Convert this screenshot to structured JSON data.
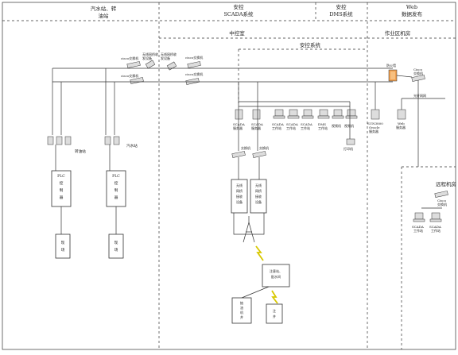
{
  "header": {
    "col1": "汽水站、转\n油站",
    "col2": "安控\nSCADA系统",
    "col3": "安控\nDMS系统",
    "col4": "Web\n数据发布"
  },
  "zones": {
    "control_room": "中控室",
    "security_system": "安控系统",
    "ops_room": "作业区机房",
    "remote_room": "远程机房"
  },
  "labels": {
    "cisco_switch_a": "cisco交换机",
    "wireless_bridge_a": "无线网桥收\n发设备",
    "wireless_bridge_b": "无线网桥收\n发设备",
    "cisco_switch_b": "cisco交换机",
    "cisco_switch_c": "cisco交换机",
    "cisco_switch_d": "cisco交换机",
    "firewall": "防火墙",
    "cisco_switch_e": "Cisco\n交换机",
    "fiber_net": "光纤网网",
    "station_transfer": "转油站",
    "station_water": "汽水站",
    "plc_a": "PLC\n控\n制\n器",
    "plc_b": "PLC\n控\n制\n器",
    "field_a": "现\n场",
    "field_b": "现\n场",
    "scada_server_1": "SCADA\n服务器",
    "scada_server_2": "SCADA\n服务器",
    "ws_1": "SCADA\n工作站",
    "ws_2": "SCADA\n工作站",
    "ws_3": "SCADA\n工作站",
    "ws_dms": "DMS\n工作站",
    "ws_video1": "视频机",
    "ws_video2": "视频机",
    "sun_oracle": "SUN3800\nOracle\n服务器",
    "web_server": "Web\n服务器",
    "printer": "打印机",
    "switch_left": "交换机",
    "switch_right": "交换机",
    "radio_left": "无线\n网桥\n接收\n设备",
    "radio_right": "无线\n网桥\n接收\n设备",
    "well_rtu": "注意站、\n配水间",
    "well_a": "抽\n油\n机\n井",
    "well_b": "注\n井",
    "remote_cisco": "Cisco\n交换机",
    "remote_ws1": "SCADA\n工作站",
    "remote_ws2": "SCADA\n工作站"
  }
}
